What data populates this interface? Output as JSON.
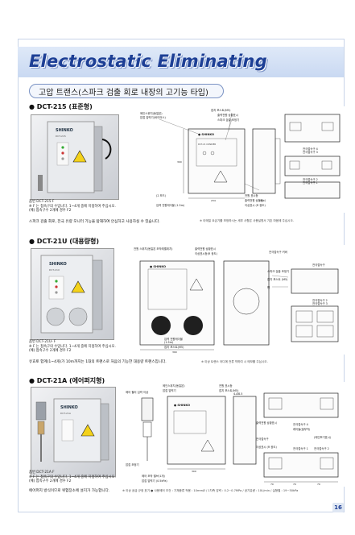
{
  "header": {
    "title": "Electrostatic Eliminating",
    "subtitle": "고압 트랜스(스파크 검출 회로 내장의 고기능 타입)"
  },
  "sections": [
    {
      "id": "dct215",
      "heading": "DCT-215 (표준형)",
      "brand": "SHINKO",
      "model_label": "DCT-215",
      "note_lines": [
        "품번 DCT-215 F",
        "※ F 는 접속구의 수입니다. 1~4개 중에 지정하여 주십시오.",
        "(예) 접속구수 2개에 경우 F2"
      ],
      "caption": "스파크 검출 회로, 전극 유량 모니터 기능을 탑재하여 안심하고 사용하실 수 있습니다.",
      "footnote": "※ 이메일 요금기를 보정하시는 세부 사항은 사용설명서 기존 마음에 주십시오.",
      "callouts": [
        "메인스위치(동일본)",
        "압접 압력기(바이어스)",
        "접지 포스트(M5)",
        "출력전원 상황표시",
        "전극접속구 4",
        "전극접속구 3",
        "스파크 검출 조정기",
        "전극접속구 2",
        "전극접속구 1",
        "(2 모드)",
        "입력 전원케이블 (1.5m)",
        "전원 표시등",
        "출력전원 상황표시",
        "이상표시 (R 광도)"
      ]
    },
    {
      "id": "dct21u",
      "heading": "DCT-21U (대용량형)",
      "brand": "SHINKO",
      "model_label": "DCT-21U",
      "note_lines": [
        "품번 DCT-21U- F",
        "※ F 는 접속구의 수입니다. 1~4개 중에 지정하여 주십시오.",
        "(예) 접속구수 2개에 경우 F2"
      ],
      "caption": "유효토 합계(1~4개)가 10m까지는 1대의 트랜스로 처음의 기능한 대용량 트랜스입니다.",
      "footnote": "※ 이상 트랜스 어디에 전류 약하여 시 메모를 주십시오.",
      "callouts": [
        "전원 스위치(동일본 조작레벨위치)",
        "출력전원 상황표시",
        "이상표시등(R 광도)",
        "전극접속구 커버",
        "스파크 검출 조정기",
        "접지 포스트 (M5)",
        "팬",
        "전극접속구",
        "전극접속구 2",
        "전극접속구 3",
        "입력 전원케이블",
        "(1.5m)",
        "접지 포스트(M5)"
      ]
    },
    {
      "id": "dct21a",
      "heading": "DCT-21A (에어퍼지형)",
      "brand": "SHINKO",
      "model_label": "DCT-21A",
      "note_lines": [
        "품번 DCT-21A F",
        "※ F 는 접속구의 수입니다. 1~4개 중에 지정하여 주십시오.",
        "(예) 접속구수 2개에 경우 F2"
      ],
      "caption": "에어퍼지 방식이므로 위험장소에 설치가 가능합니다.",
      "footnote": "※ 이상 공급 규정 표기 ● 사용에어 조건 : 기체종류 적용 : 10mmØ / 1차측 압력 : 0.2~0.7MPa / 공기유량 : 10L/min / 실형별 : 19~50kPa",
      "callouts": [
        "메인스위치(동일본)",
        "압접 압력기",
        "전원 표시등",
        "접지 포스트(M5)",
        "4-Ø8.5",
        "출력전원 상황표시",
        "전극접속구 4",
        "레이들(밀부착)",
        "전극접속구",
        "(메인보기표시)",
        "에어 필터 입력 이상",
        "에어 조작 밸브(1개)",
        "압접 압력기 (0.5kPa)",
        "이상표시 (R 광도)",
        "전극접속구 1",
        "전극접속구 2",
        "압접 조정기"
      ]
    }
  ],
  "page_number": "16"
}
